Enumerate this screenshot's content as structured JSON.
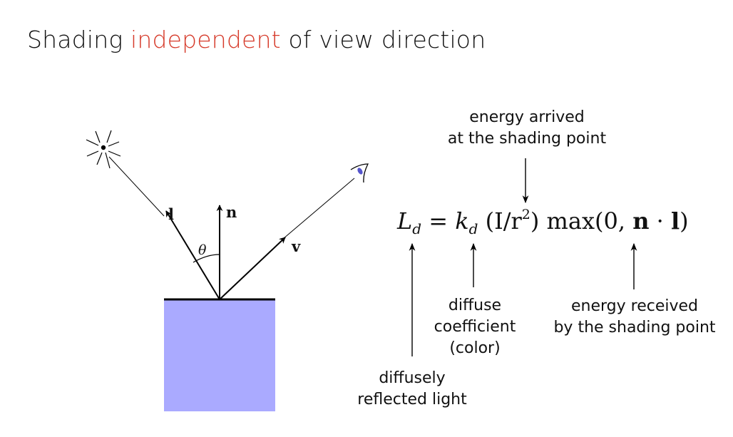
{
  "title": {
    "before": "Shading ",
    "accent": "independent",
    "after": " of view direction"
  },
  "vectors": {
    "light": "l",
    "normal": "n",
    "view": "v",
    "angle": "θ"
  },
  "equation": {
    "lhs": "L",
    "lhs_sub": "d",
    "equals": "=",
    "coef": "k",
    "coef_sub": "d",
    "intensity_open": "(I/r",
    "intensity_exp": "2",
    "intensity_close": ")",
    "max": "max(0, ",
    "n": "n",
    "dot": " · ",
    "l": "l",
    "close": ")"
  },
  "annotations": {
    "energy_arrived": [
      "energy arrived",
      "at the shading point"
    ],
    "diffuse_coef": [
      "diffuse",
      "coefficient",
      "(color)"
    ],
    "energy_received": [
      "energy received",
      "by the shading point"
    ],
    "diffusely_reflected": [
      "diffusely",
      "reflected light"
    ]
  },
  "colors": {
    "accent": "#d63a2a",
    "surface": "#aaaaff"
  }
}
